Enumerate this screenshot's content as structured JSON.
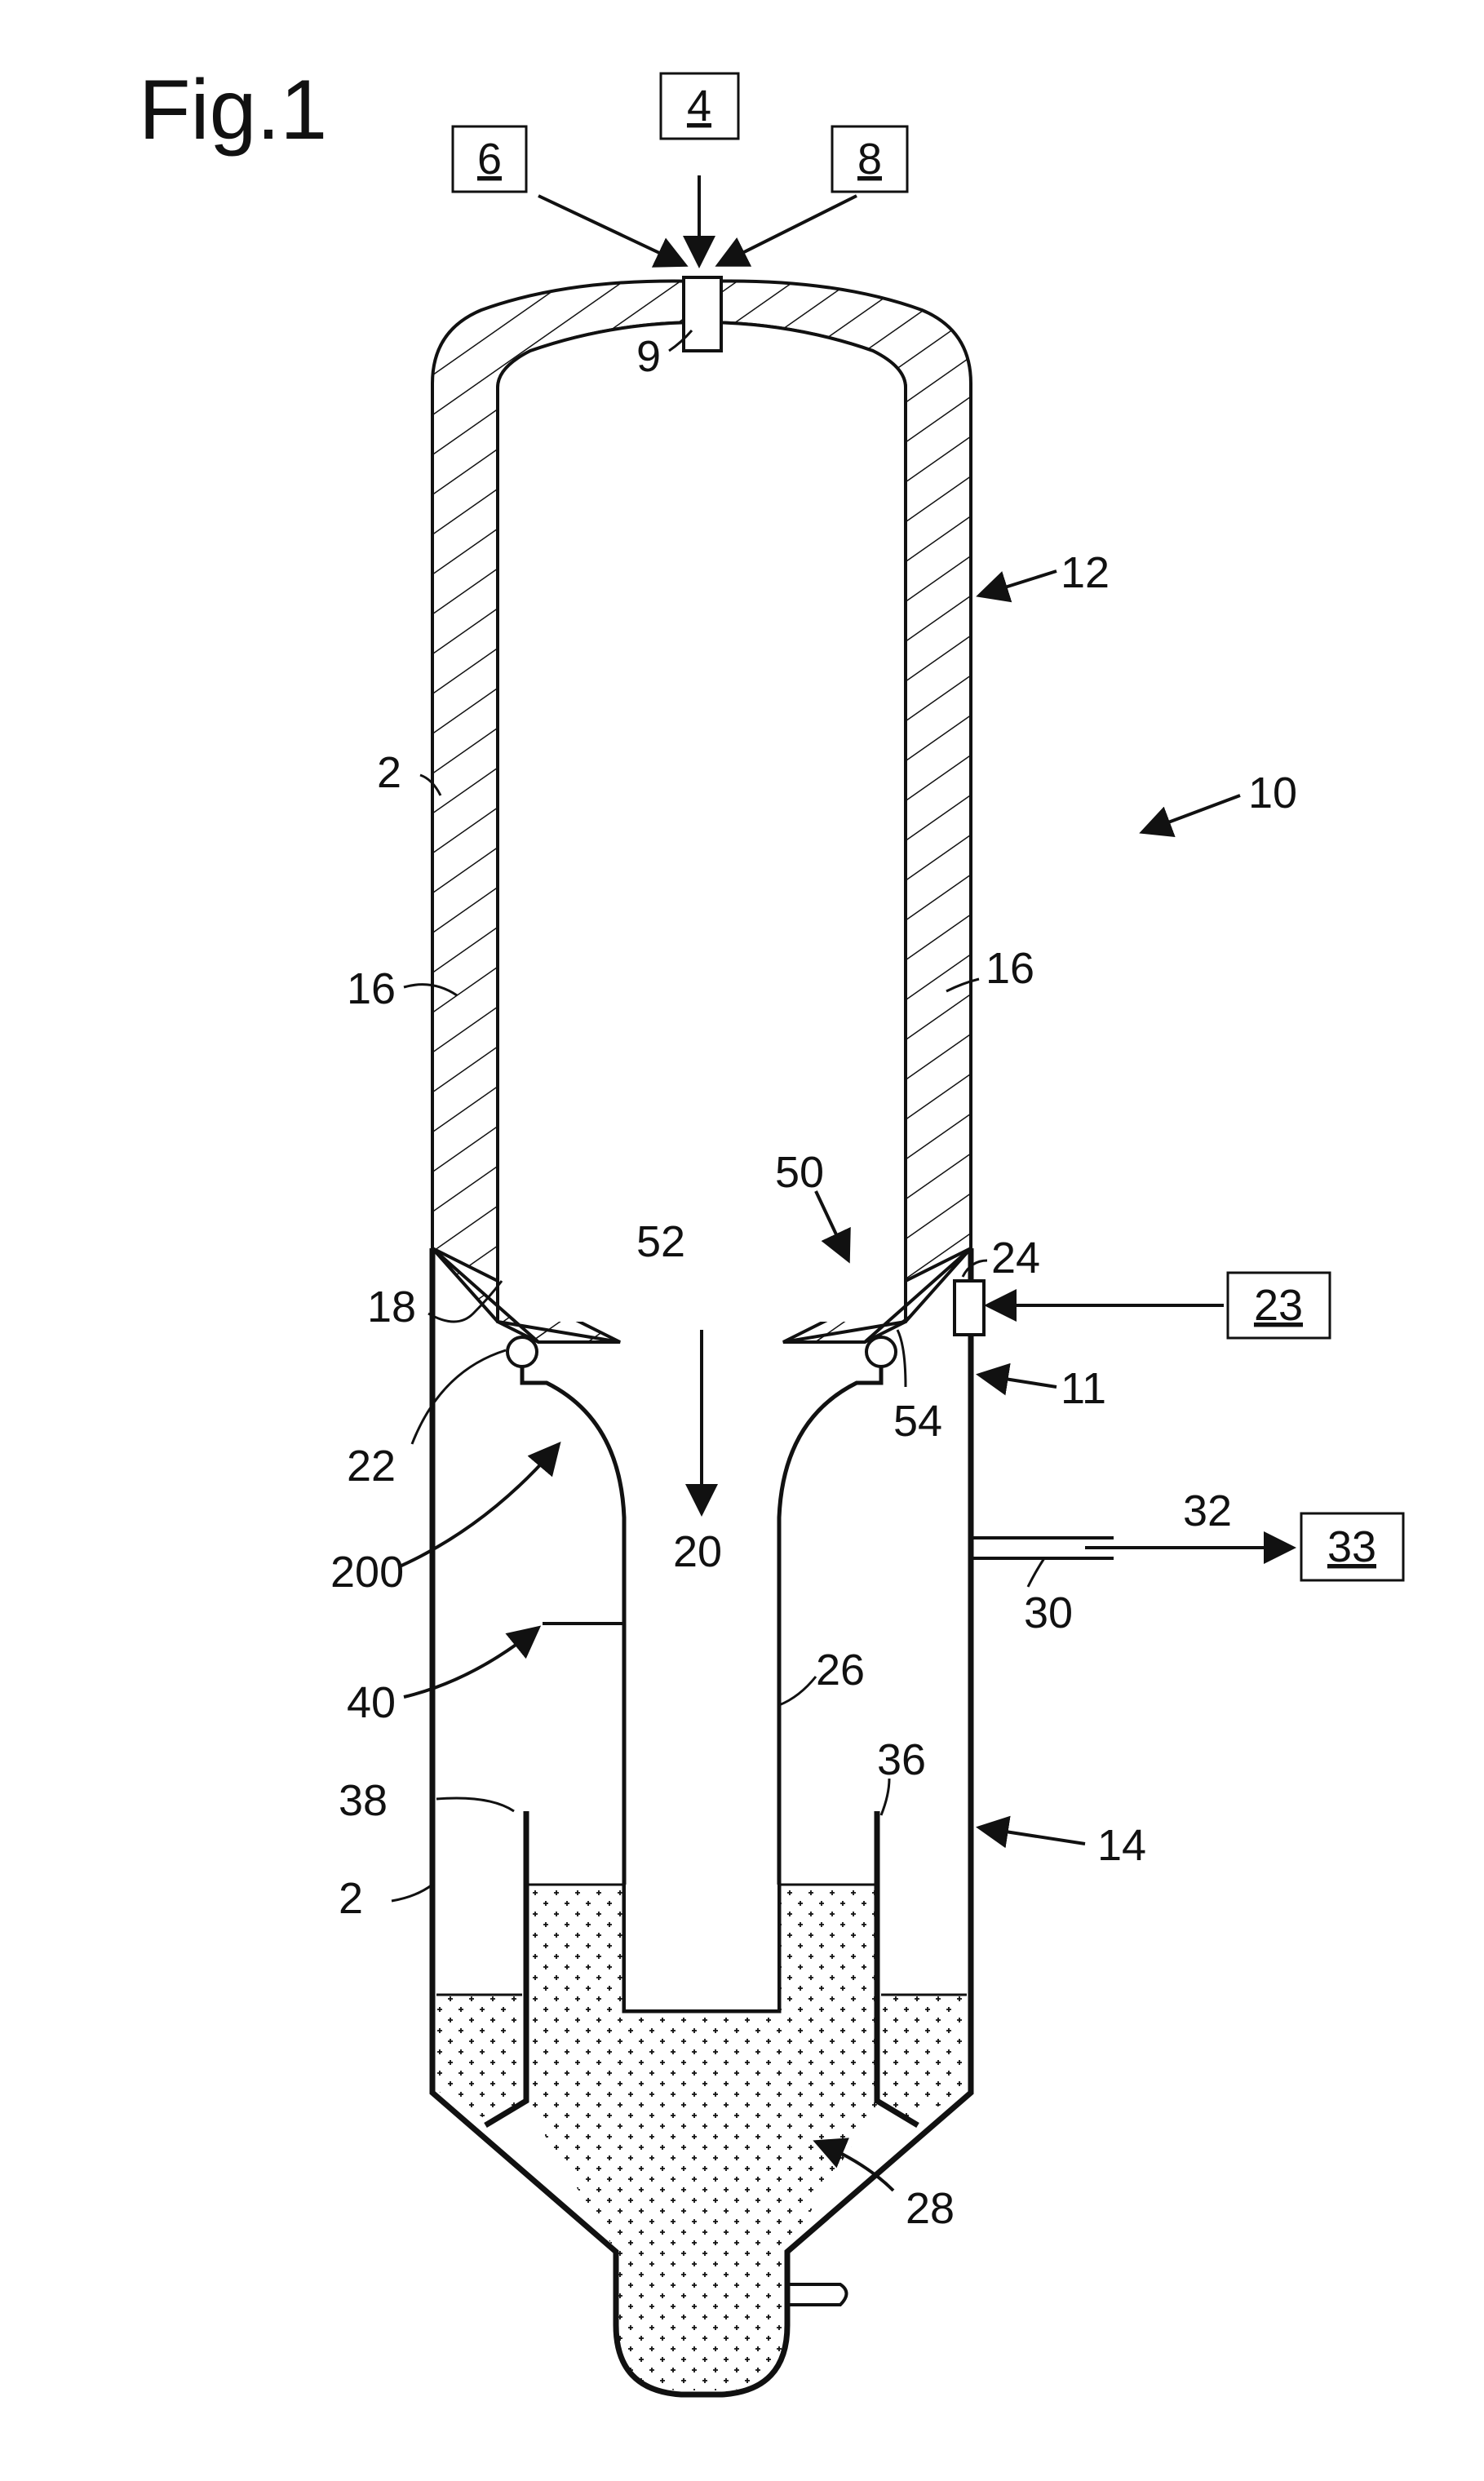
{
  "figure": {
    "title": "Fig.1"
  },
  "boxes": [
    {
      "id": "box-6",
      "text": "6"
    },
    {
      "id": "box-4",
      "text": "4"
    },
    {
      "id": "box-8",
      "text": "8"
    },
    {
      "id": "box-23",
      "text": "23"
    },
    {
      "id": "box-33",
      "text": "33"
    }
  ],
  "labels": {
    "l9": "9",
    "l12": "12",
    "l10": "10",
    "l2a": "2",
    "l16a": "16",
    "l16b": "16",
    "l50": "50",
    "l52": "52",
    "l24": "24",
    "l18": "18",
    "l22": "22",
    "l54": "54",
    "l11": "11",
    "l200": "200",
    "l20": "20",
    "l32": "32",
    "l30": "30",
    "l40": "40",
    "l26": "26",
    "l36": "36",
    "l38": "38",
    "l14": "14",
    "l2b": "2",
    "l28": "28"
  },
  "colors": {
    "line": "#111111",
    "background": "#ffffff"
  }
}
